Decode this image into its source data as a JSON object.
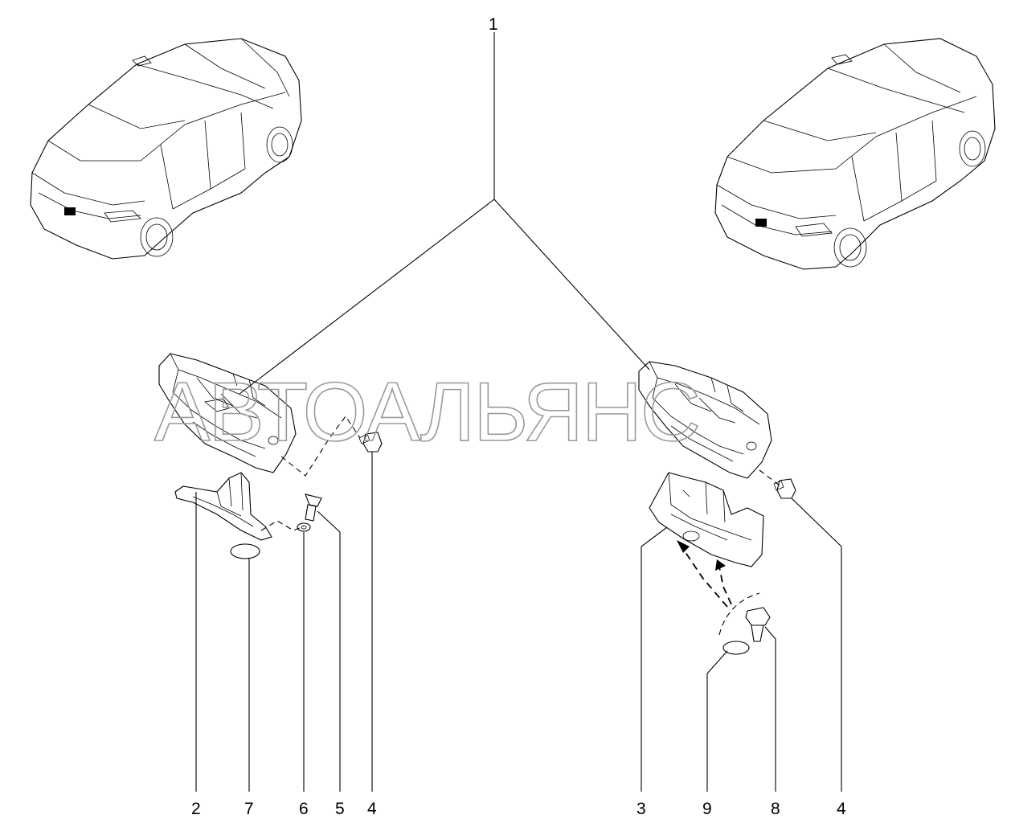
{
  "watermark": "АВТОАЛЬЯНС",
  "callouts": {
    "lock_assembly": "1",
    "striker_left": "2",
    "striker_right": "3",
    "bolt_lock_left": "4",
    "bolt_lock_right": "4",
    "screw": "5",
    "washer_small": "6",
    "washer_left": "7",
    "bolt_right": "8",
    "washer_right": "9"
  }
}
